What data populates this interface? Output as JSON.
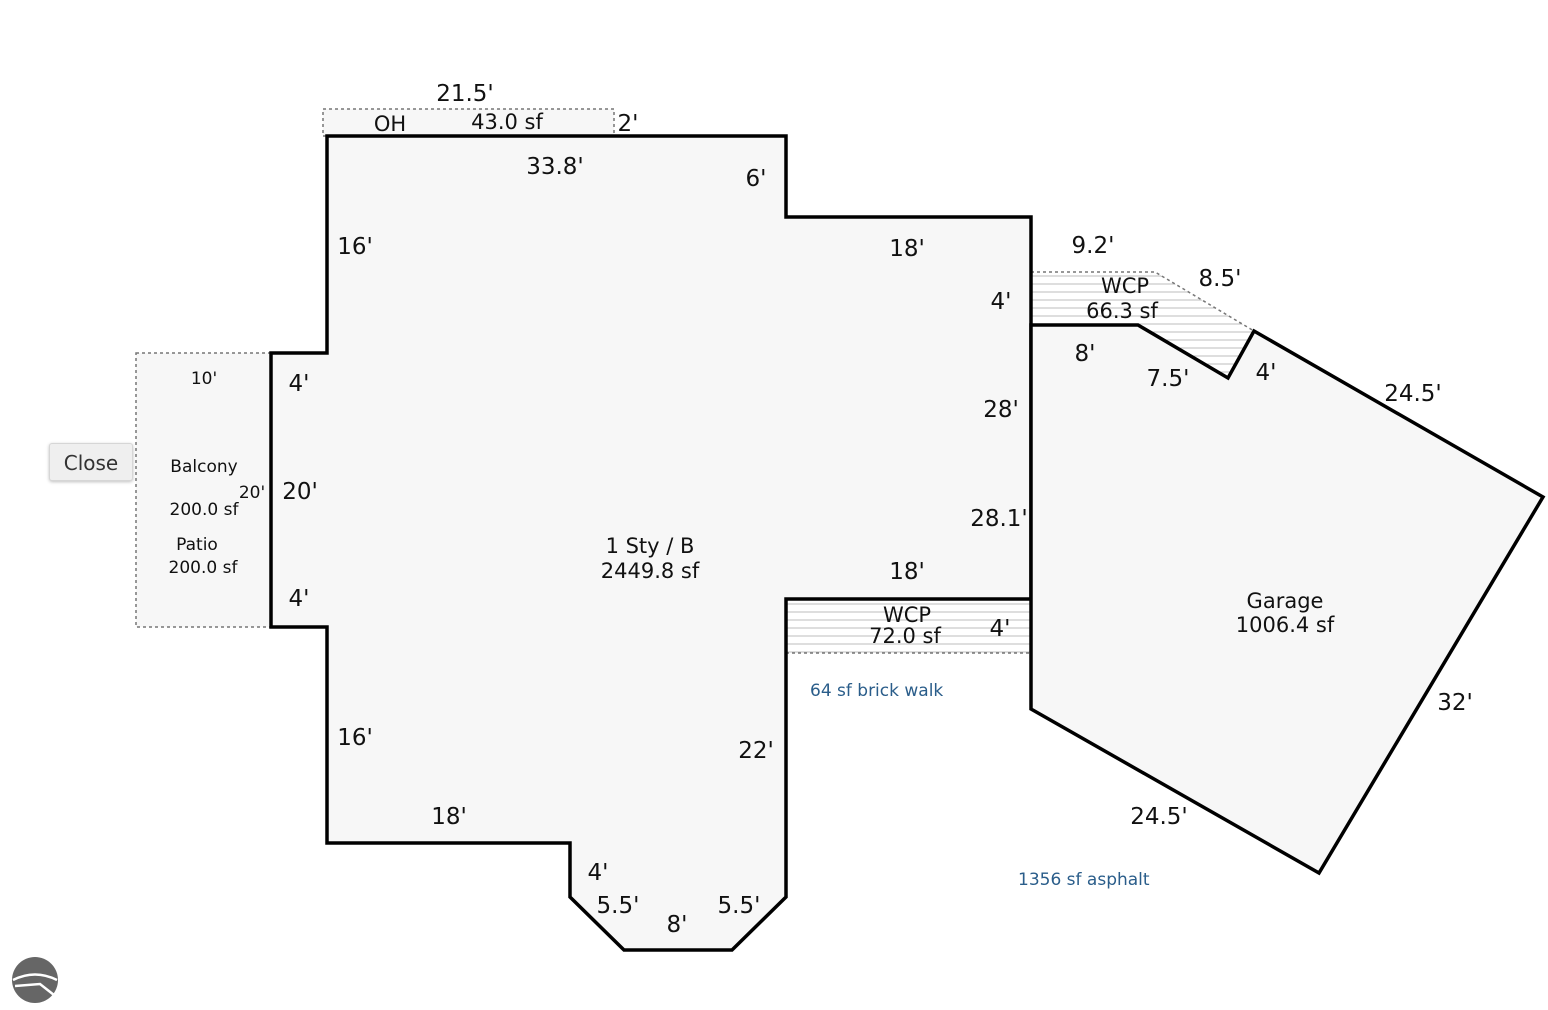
{
  "close_label": "Close",
  "colors": {
    "wall": "#000000",
    "fill": "#f7f7f7",
    "note": "#2a5d8a",
    "dotted": "#777777",
    "hatch": "#bdbdbd",
    "logo": "#666666"
  },
  "icons": {
    "logo": "brand-logo-icon"
  },
  "areas": {
    "main": {
      "label": "1 Sty / B",
      "sf": "2449.8 sf"
    },
    "garage": {
      "label": "Garage",
      "sf": "1006.4 sf"
    },
    "balcony": {
      "label": "Balcony",
      "sf": "200.0 sf"
    },
    "patio": {
      "label": "Patio",
      "sf": "200.0 sf"
    },
    "oh": {
      "label": "OH",
      "sf": "43.0 sf"
    },
    "wcp_top": {
      "label": "WCP",
      "sf": "66.3 sf"
    },
    "wcp_bottom": {
      "label": "WCP",
      "sf": "72.0 sf"
    }
  },
  "notes": {
    "brick_walk": "64 sf brick walk",
    "asphalt": "1356 sf asphalt"
  },
  "dims": {
    "oh_width": "21.5'",
    "oh_depth": "2'",
    "top_wall": "33.8'",
    "step_6": "6'",
    "left_upper": "16'",
    "right_upper_18": "18'",
    "wcp_top_left": "4'",
    "wcp_top_width": "9.2'",
    "wcp_top_angle": "8.5'",
    "balcony_depth": "10'",
    "balcony_width": "20'",
    "left_jog_top": "4'",
    "left_mid": "20'",
    "left_jog_bottom": "4'",
    "left_lower": "16'",
    "bottom_left_18": "18'",
    "bay_side": "4'",
    "bay_left": "5.5'",
    "bay_bottom": "8'",
    "bay_right": "5.5'",
    "right_lower": "22'",
    "wcp_bottom_top": "18'",
    "wcp_bottom_depth": "4'",
    "main_right_28": "28'",
    "garage_left": "28.1'",
    "garage_top_8": "8'",
    "garage_notch_7_5": "7.5'",
    "garage_notch_4": "4'",
    "garage_top_right": "24.5'",
    "garage_right": "32'",
    "garage_bottom": "24.5'"
  }
}
